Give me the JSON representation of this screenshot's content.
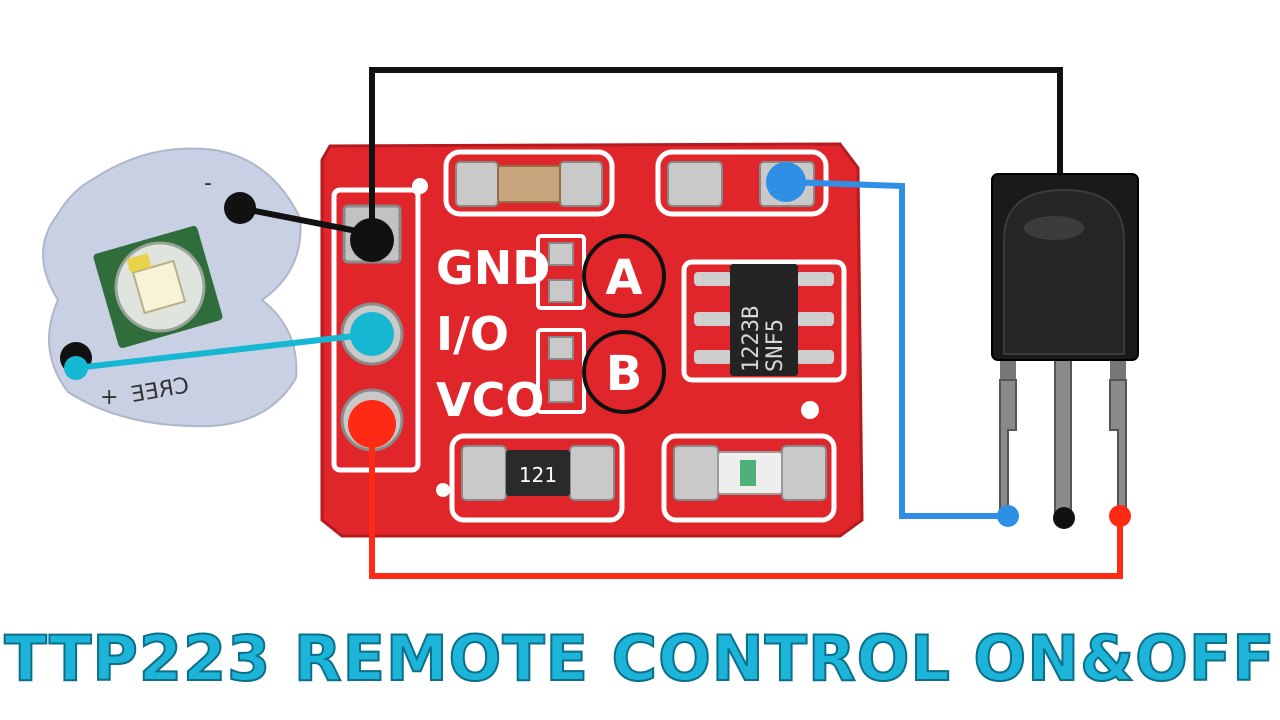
{
  "title": "TTP223 REMOTE CONTROL ON&OFF",
  "board": {
    "pins": [
      "GND",
      "I/O",
      "VCO"
    ],
    "jumpers": [
      "A",
      "B"
    ],
    "chip_label_1": "1223B",
    "chip_label_2": "SNF5",
    "resistor_label": "121"
  },
  "led": {
    "brand": "CREE",
    "polarity_plus": "+",
    "polarity_minus": "-"
  },
  "colors": {
    "board_red": "#e0262b",
    "wire_black": "#111111",
    "wire_blue": "#2f8fe6",
    "wire_cyan": "#16b7d3",
    "wire_red": "#ff2a14",
    "title_cyan": "#1cb4d8"
  }
}
